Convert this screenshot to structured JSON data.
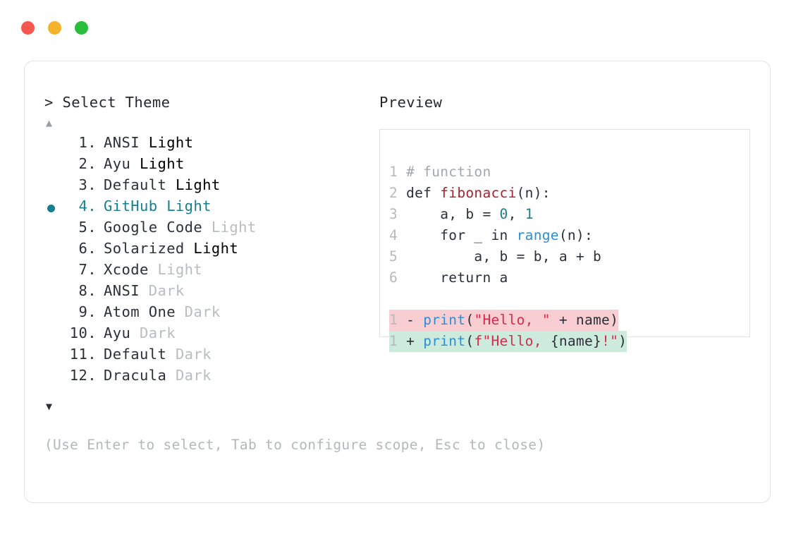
{
  "window": {
    "dots": [
      {
        "name": "close-dot",
        "color": "#f5574f"
      },
      {
        "name": "minimize-dot",
        "color": "#f5b32b"
      },
      {
        "name": "maximize-dot",
        "color": "#2bbd3c"
      }
    ]
  },
  "selector": {
    "prompt": "> Select Theme",
    "scroll_up": "▲",
    "scroll_down": "▼",
    "selected_index": 4,
    "items": [
      {
        "index": "1.",
        "name": "ANSI",
        "suffix": " Light",
        "dim_suffix": false,
        "selected": false
      },
      {
        "index": "2.",
        "name": "Ayu",
        "suffix": " Light",
        "dim_suffix": false,
        "selected": false
      },
      {
        "index": "3.",
        "name": "Default",
        "suffix": " Light",
        "dim_suffix": false,
        "selected": false
      },
      {
        "index": "4.",
        "name": "GitHub",
        "suffix": " Light",
        "dim_suffix": false,
        "selected": true
      },
      {
        "index": "5.",
        "name": "Google Code",
        "suffix": " Light",
        "dim_suffix": true,
        "selected": false
      },
      {
        "index": "6.",
        "name": "Solarized",
        "suffix": " Light",
        "dim_suffix": false,
        "selected": false
      },
      {
        "index": "7.",
        "name": "Xcode",
        "suffix": " Light",
        "dim_suffix": true,
        "selected": false
      },
      {
        "index": "8.",
        "name": "ANSI",
        "suffix": " Dark",
        "dim_suffix": true,
        "selected": false
      },
      {
        "index": "9.",
        "name": "Atom One",
        "suffix": " Dark",
        "dim_suffix": true,
        "selected": false
      },
      {
        "index": "10.",
        "name": "Ayu",
        "suffix": " Dark",
        "dim_suffix": true,
        "selected": false
      },
      {
        "index": "11.",
        "name": "Default",
        "suffix": " Dark",
        "dim_suffix": true,
        "selected": false
      },
      {
        "index": "12.",
        "name": "Dracula",
        "suffix": " Dark",
        "dim_suffix": true,
        "selected": false
      }
    ],
    "hint": "(Use Enter to select, Tab to configure scope, Esc to close)"
  },
  "preview": {
    "label": "Preview",
    "code_lines": [
      {
        "num": "1",
        "tokens": [
          {
            "t": "# function",
            "c": "comment"
          }
        ]
      },
      {
        "num": "2",
        "tokens": [
          {
            "t": "def ",
            "c": "plain"
          },
          {
            "t": "fibonacci",
            "c": "func"
          },
          {
            "t": "(n):",
            "c": "punct"
          }
        ]
      },
      {
        "num": "3",
        "tokens": [
          {
            "t": "    a, b = ",
            "c": "plain"
          },
          {
            "t": "0",
            "c": "num"
          },
          {
            "t": ", ",
            "c": "plain"
          },
          {
            "t": "1",
            "c": "num"
          }
        ]
      },
      {
        "num": "4",
        "tokens": [
          {
            "t": "    for _ in ",
            "c": "plain"
          },
          {
            "t": "range",
            "c": "builtin"
          },
          {
            "t": "(n):",
            "c": "punct"
          }
        ]
      },
      {
        "num": "5",
        "tokens": [
          {
            "t": "        a, b = b, a + b",
            "c": "plain"
          }
        ]
      },
      {
        "num": "6",
        "tokens": [
          {
            "t": "    return a",
            "c": "plain"
          }
        ]
      }
    ],
    "diff_lines": [
      {
        "num": "1",
        "sign": "-",
        "kind": "del",
        "tokens": [
          {
            "t": "print",
            "c": "builtin"
          },
          {
            "t": "(",
            "c": "punct"
          },
          {
            "t": "\"Hello, \"",
            "c": "str"
          },
          {
            "t": " + name",
            "c": "plain"
          },
          {
            "t": ")",
            "c": "punct"
          }
        ]
      },
      {
        "num": "1",
        "sign": "+",
        "kind": "add",
        "tokens": [
          {
            "t": "print",
            "c": "builtin"
          },
          {
            "t": "(",
            "c": "punct"
          },
          {
            "t": "f\"Hello, ",
            "c": "str"
          },
          {
            "t": "{name}",
            "c": "plain"
          },
          {
            "t": "!",
            "c": "str"
          },
          {
            "t": "\"",
            "c": "str"
          },
          {
            "t": ")",
            "c": "punct"
          }
        ]
      }
    ]
  },
  "colors": {
    "accent_teal": "#17808c",
    "diff_del_bg": "#f8ced3",
    "diff_add_bg": "#cdebdc",
    "text": "#2b3038",
    "dim": "#b4b7bb"
  }
}
